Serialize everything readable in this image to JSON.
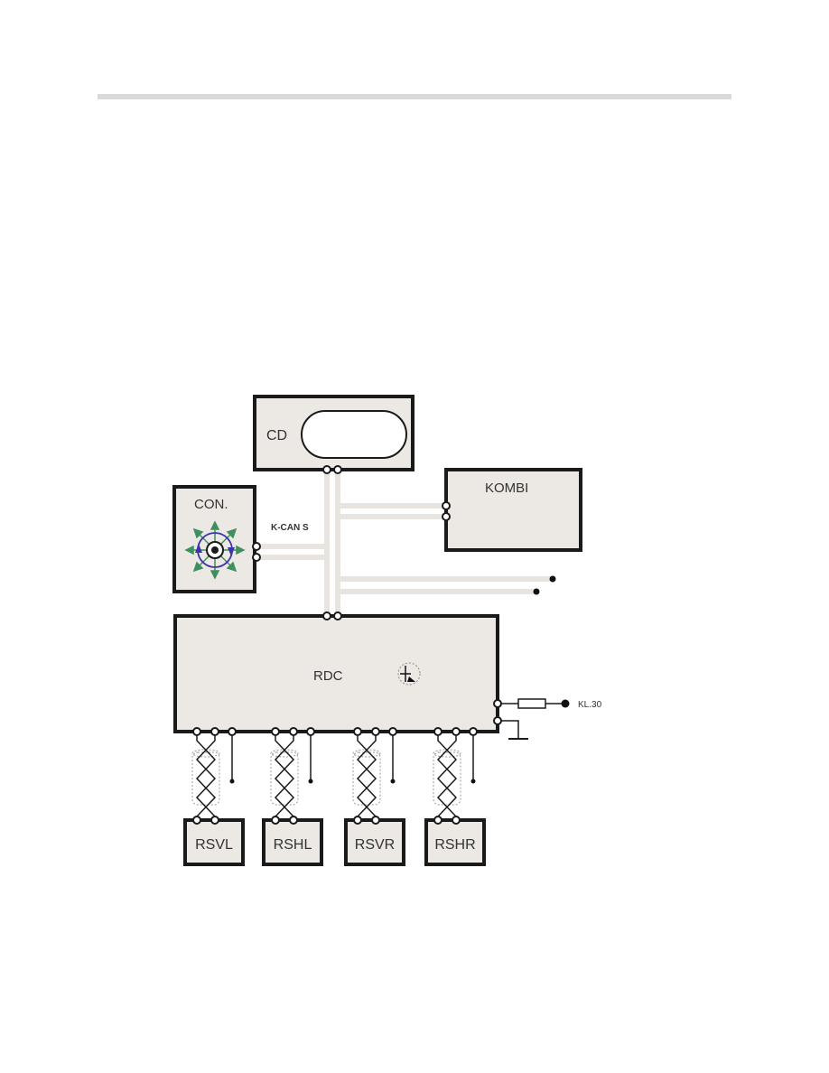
{
  "diagram": {
    "cd_label": "CD",
    "kombi_label": "KOMBI",
    "con_label": "CON.",
    "bus_label": "K-CAN S",
    "rdc_label": "RDC",
    "kl30_label": "KL.30",
    "sensors": [
      {
        "label": "RSVL"
      },
      {
        "label": "RSHL"
      },
      {
        "label": "RSVR"
      },
      {
        "label": "RSHR"
      }
    ],
    "colors": {
      "box_fill": "#ece8e3",
      "bus": "#e8e4df",
      "arrow_green": "#3f8f5f",
      "ring_blue": "#3a36a8"
    }
  }
}
